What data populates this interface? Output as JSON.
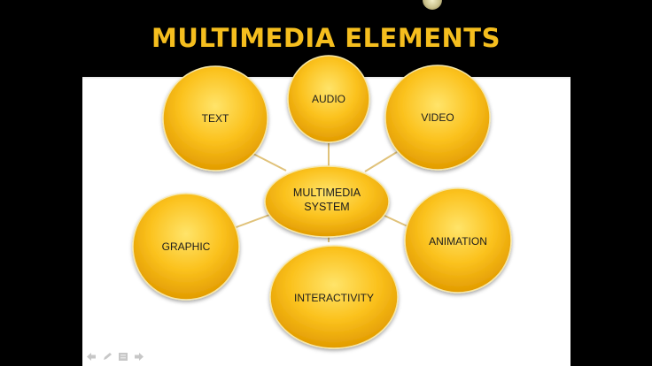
{
  "slide": {
    "title": "MULTIMEDIA ELEMENTS"
  },
  "diagram": {
    "center": {
      "line1": "MULTIMEDIA",
      "line2": "SYSTEM"
    },
    "nodes": [
      {
        "id": "text",
        "label": "TEXT"
      },
      {
        "id": "audio",
        "label": "AUDIO"
      },
      {
        "id": "video",
        "label": "VIDEO"
      },
      {
        "id": "graphic",
        "label": "GRAPHIC"
      },
      {
        "id": "animation",
        "label": "ANIMATION"
      },
      {
        "id": "interactivity",
        "label": "INTERACTIVITY"
      }
    ]
  },
  "colors": {
    "background": "#000000",
    "title": "#f5be1e",
    "node_fill_light": "#ffd84a",
    "node_fill_dark": "#e8a200",
    "connector": "#e2c37a"
  },
  "slideshow_controls": [
    {
      "icon": "previous-arrow-icon"
    },
    {
      "icon": "pen-icon"
    },
    {
      "icon": "slide-menu-icon"
    },
    {
      "icon": "next-arrow-icon"
    }
  ]
}
